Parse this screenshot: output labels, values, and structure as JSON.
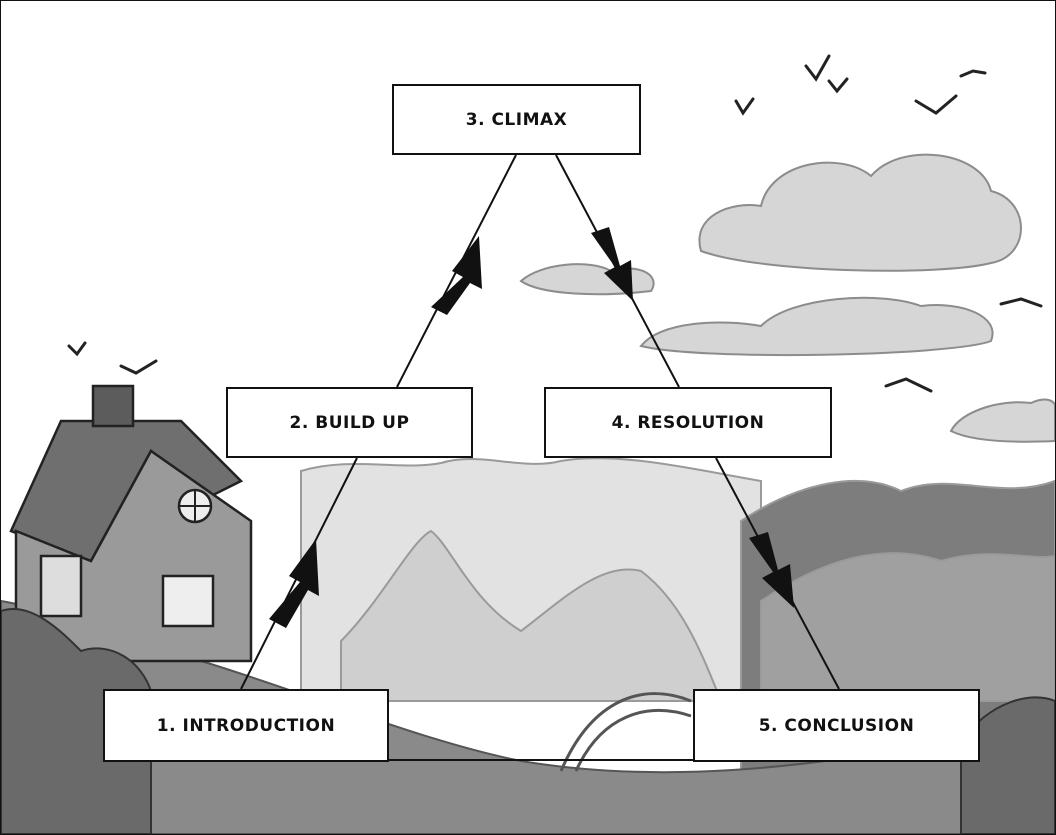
{
  "stages": [
    {
      "label": "1. INTRODUCTION"
    },
    {
      "label": "2. BUILD UP"
    },
    {
      "label": "3. CLIMAX"
    },
    {
      "label": "4. RESOLUTION"
    },
    {
      "label": "5. CONCLUSION"
    }
  ],
  "colors": {
    "line": "#111111",
    "box_fill": "#ffffff",
    "sky": "#ffffff",
    "hills": "#8a8a8a",
    "mountains": "#c9c9c9"
  }
}
